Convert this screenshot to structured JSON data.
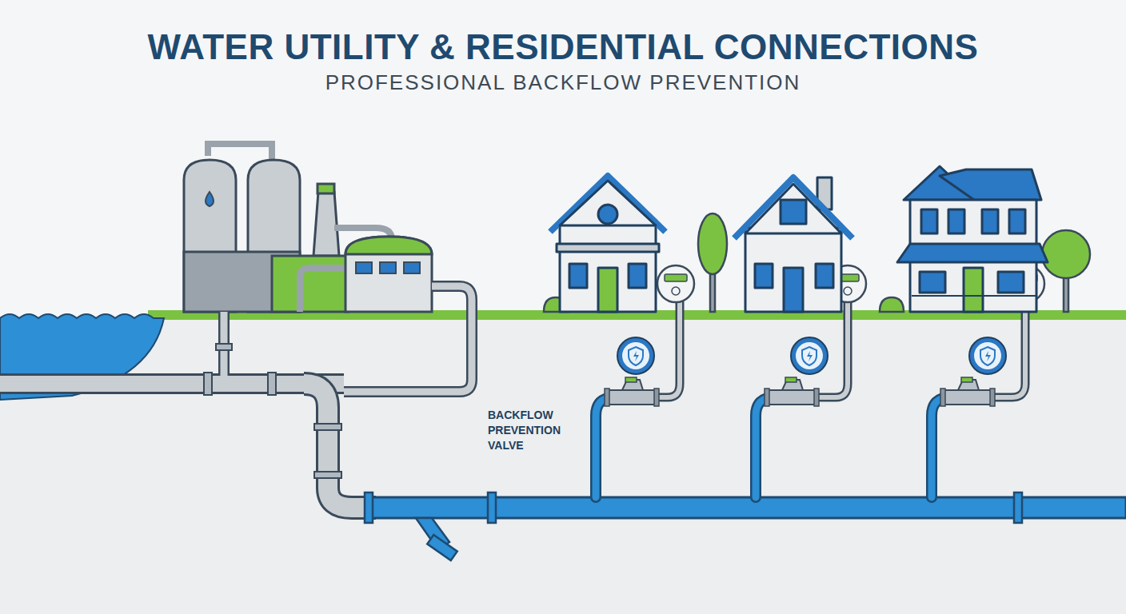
{
  "diagram": {
    "title": "WATER UTILITY & RESIDENTIAL CONNECTIONS",
    "labels": [
      "PROFESSIONAL BACKFLOW PREVENTION",
      "BACKFLOW PREVENTION VALVE"
    ]
  }
}
